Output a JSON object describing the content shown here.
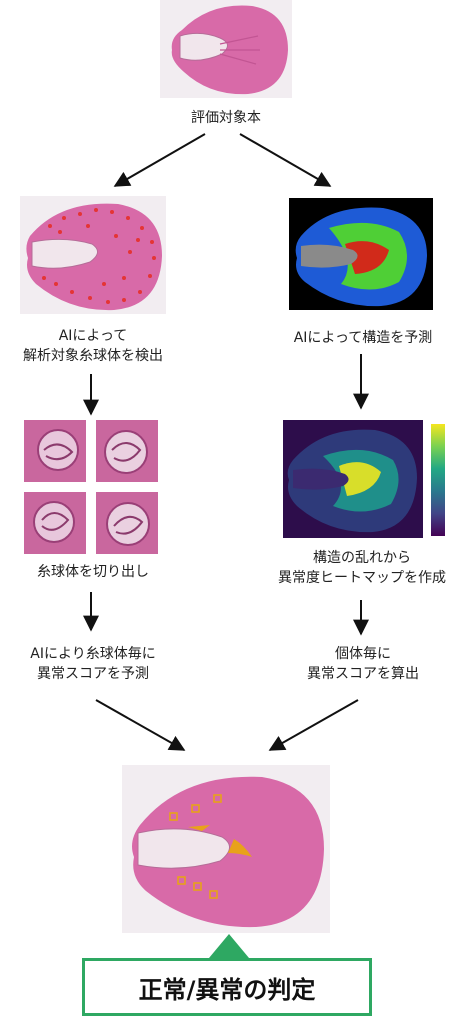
{
  "top": {
    "caption": "評価対象本"
  },
  "left": {
    "step1_lines": [
      "AIによって",
      "解析対象糸球体を検出"
    ],
    "step2": "糸球体を切り出し",
    "step3_lines": [
      "AIにより糸球体毎に",
      "異常スコアを予測"
    ]
  },
  "right": {
    "step1": "AIによって構造を予測",
    "step2_lines": [
      "構造の乱れから",
      "異常度ヒートマップを作成"
    ],
    "step3_lines": [
      "個体毎に",
      "異常スコアを算出"
    ]
  },
  "result": {
    "label": "正常/異常の判定"
  },
  "colors": {
    "tissue": "#d86aa8",
    "tissue_light": "#e9a8cf",
    "accent": "#2ea862",
    "marker": "#e8a21a"
  }
}
